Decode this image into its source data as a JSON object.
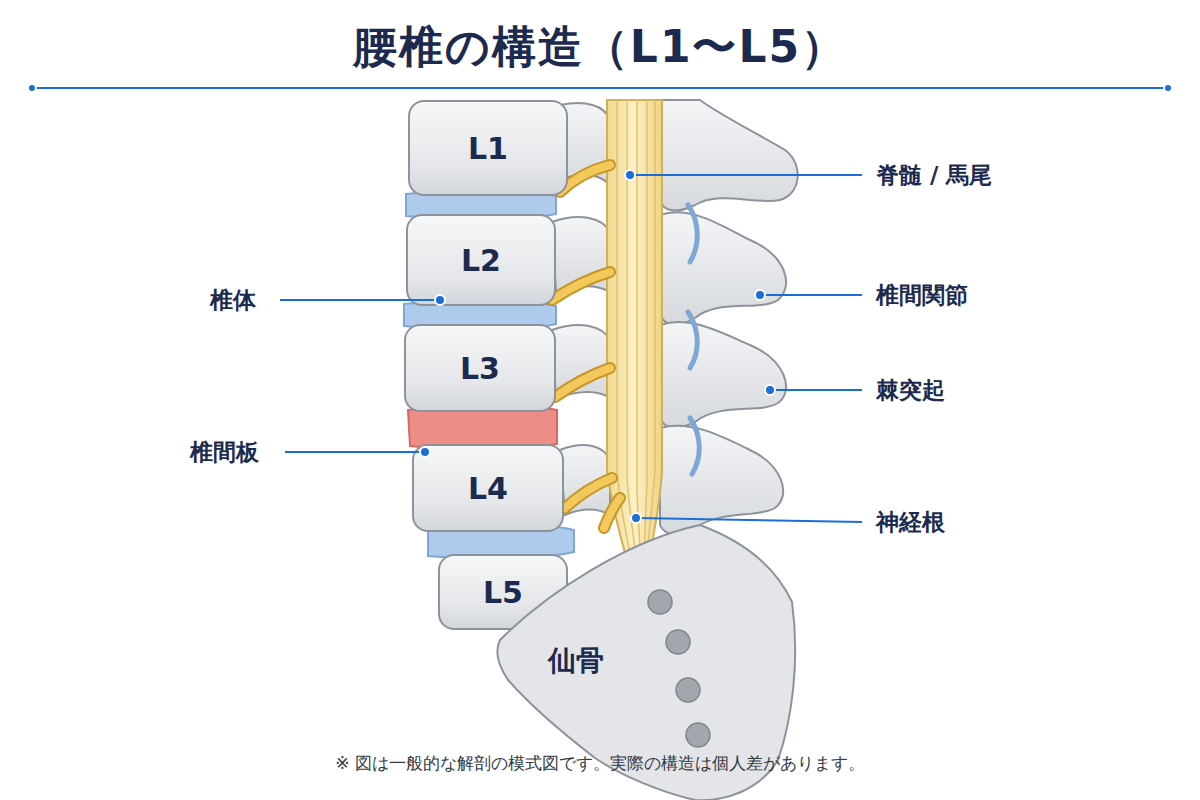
{
  "diagram": {
    "title": "腰椎の構造（L1〜L5）",
    "caption": "※ 図は一般的な解剖の模式図です。実際の構造は個人差があります。",
    "nodes": [
      {
        "text": [
          "L1"
        ]
      },
      {
        "text": [
          "L2"
        ]
      },
      {
        "text": [
          "L3"
        ]
      },
      {
        "text": [
          "L4"
        ]
      },
      {
        "text": [
          "L5"
        ]
      },
      {
        "text": [
          "仙骨"
        ]
      }
    ],
    "labels": [
      "脊髄 / 馬尾",
      "椎間関節",
      "椎体",
      "棘突起",
      "椎間板",
      "神経根"
    ]
  }
}
